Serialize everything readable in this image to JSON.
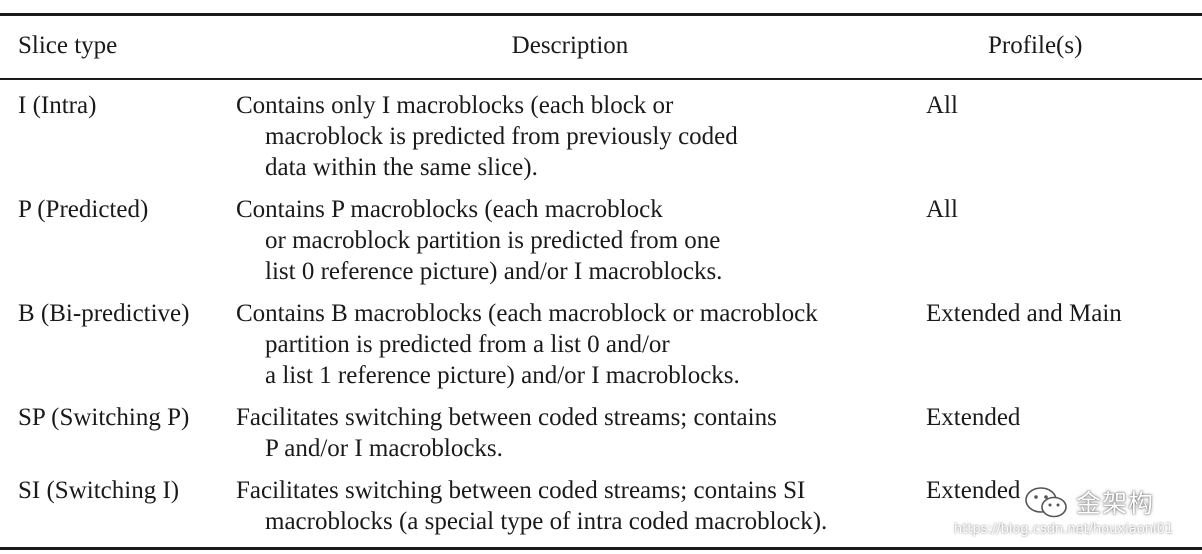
{
  "table": {
    "headers": {
      "slice_type": "Slice type",
      "description": "Description",
      "profiles": "Profile(s)"
    },
    "rows": [
      {
        "slice_type": "I (Intra)",
        "description": [
          "Contains only I macroblocks (each block or",
          "macroblock is predicted from previously coded",
          "data within the same slice)."
        ],
        "profiles": "All"
      },
      {
        "slice_type": "P (Predicted)",
        "description": [
          "Contains P macroblocks (each macroblock",
          "or macroblock partition is predicted from one",
          "list 0 reference picture) and/or I macroblocks."
        ],
        "profiles": "All"
      },
      {
        "slice_type": "B (Bi-predictive)",
        "description": [
          "Contains B macroblocks (each macroblock or macroblock",
          "partition is predicted from a list 0 and/or",
          "a list 1 reference picture) and/or I macroblocks."
        ],
        "profiles": "Extended and Main"
      },
      {
        "slice_type": "SP (Switching P)",
        "description": [
          "Facilitates switching between coded streams; contains",
          "P and/or I macroblocks."
        ],
        "profiles": "Extended"
      },
      {
        "slice_type": "SI (Switching I)",
        "description": [
          "Facilitates switching between coded streams; contains SI",
          "macroblocks (a special type of intra coded macroblock)."
        ],
        "profiles": "Extended"
      }
    ]
  },
  "watermark": {
    "brand": "金架构",
    "url": "https://blog.csdn.net/houxiaoni01",
    "icon": "wechat-icon"
  }
}
